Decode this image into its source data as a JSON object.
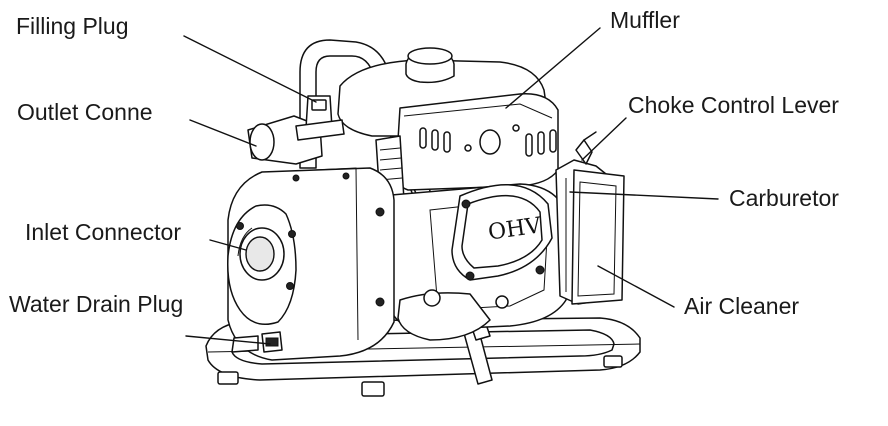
{
  "diagram": {
    "colors": {
      "ink": "#1a1a1a",
      "background": "#ffffff"
    },
    "labels": {
      "filling_plug": "Filling Plug",
      "muffler": "Muffler",
      "outlet_connector": "Outlet Conne",
      "choke_control_lever": "Choke Control Lever",
      "carburetor": "Carburetor",
      "inlet_connector": "Inlet Connector",
      "air_cleaner": "Air Cleaner",
      "water_drain_plug": "Water Drain Plug"
    },
    "engine_badge": "OHV"
  }
}
